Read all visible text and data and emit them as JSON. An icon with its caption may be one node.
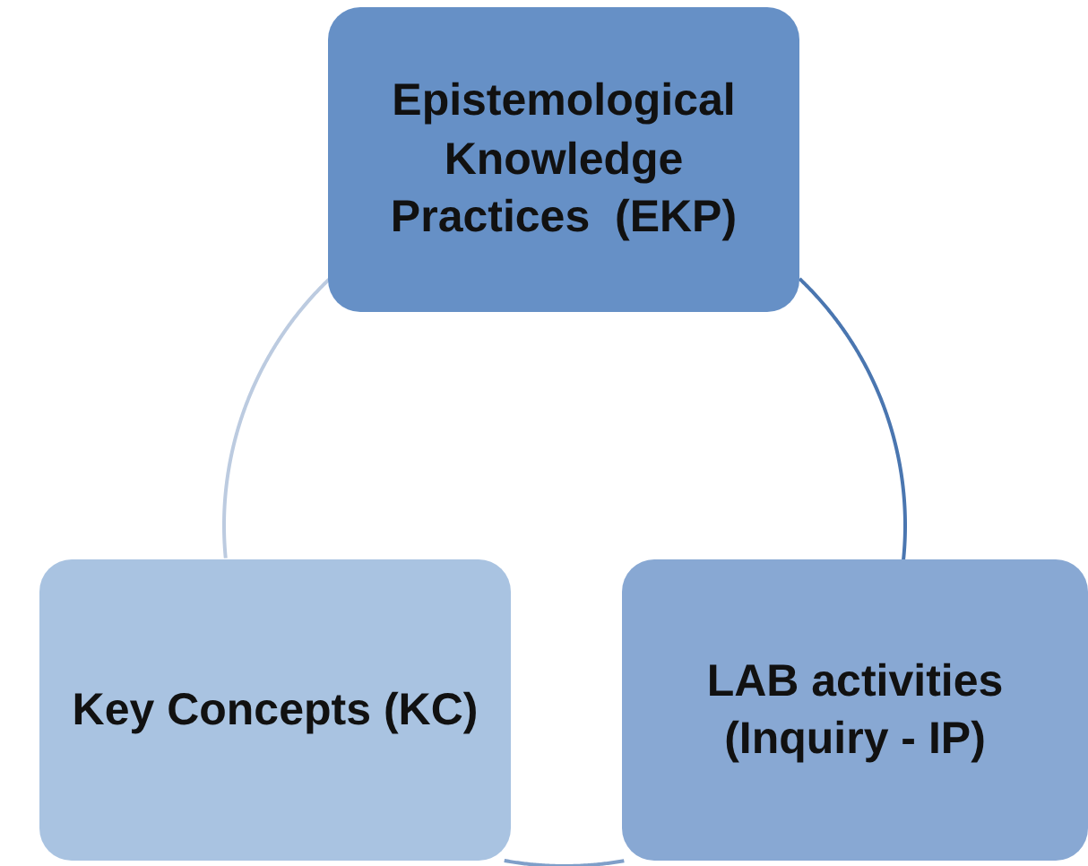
{
  "diagram": {
    "nodes": [
      {
        "text": [
          "Epistemological Knowledge Practices  (EKP)"
        ]
      },
      {
        "text": [
          "LAB activities (Inquiry - IP)"
        ]
      },
      {
        "text": [
          "Key Concepts (KC)"
        ]
      }
    ],
    "edges": [
      {
        "from": 0,
        "to": 1,
        "arrow": "none",
        "color": "#4a76b0"
      },
      {
        "from": 1,
        "to": 2,
        "arrow": "none",
        "color": "#7f9fc9"
      },
      {
        "from": 2,
        "to": 0,
        "arrow": "none",
        "color": "#bccbe0"
      }
    ]
  }
}
